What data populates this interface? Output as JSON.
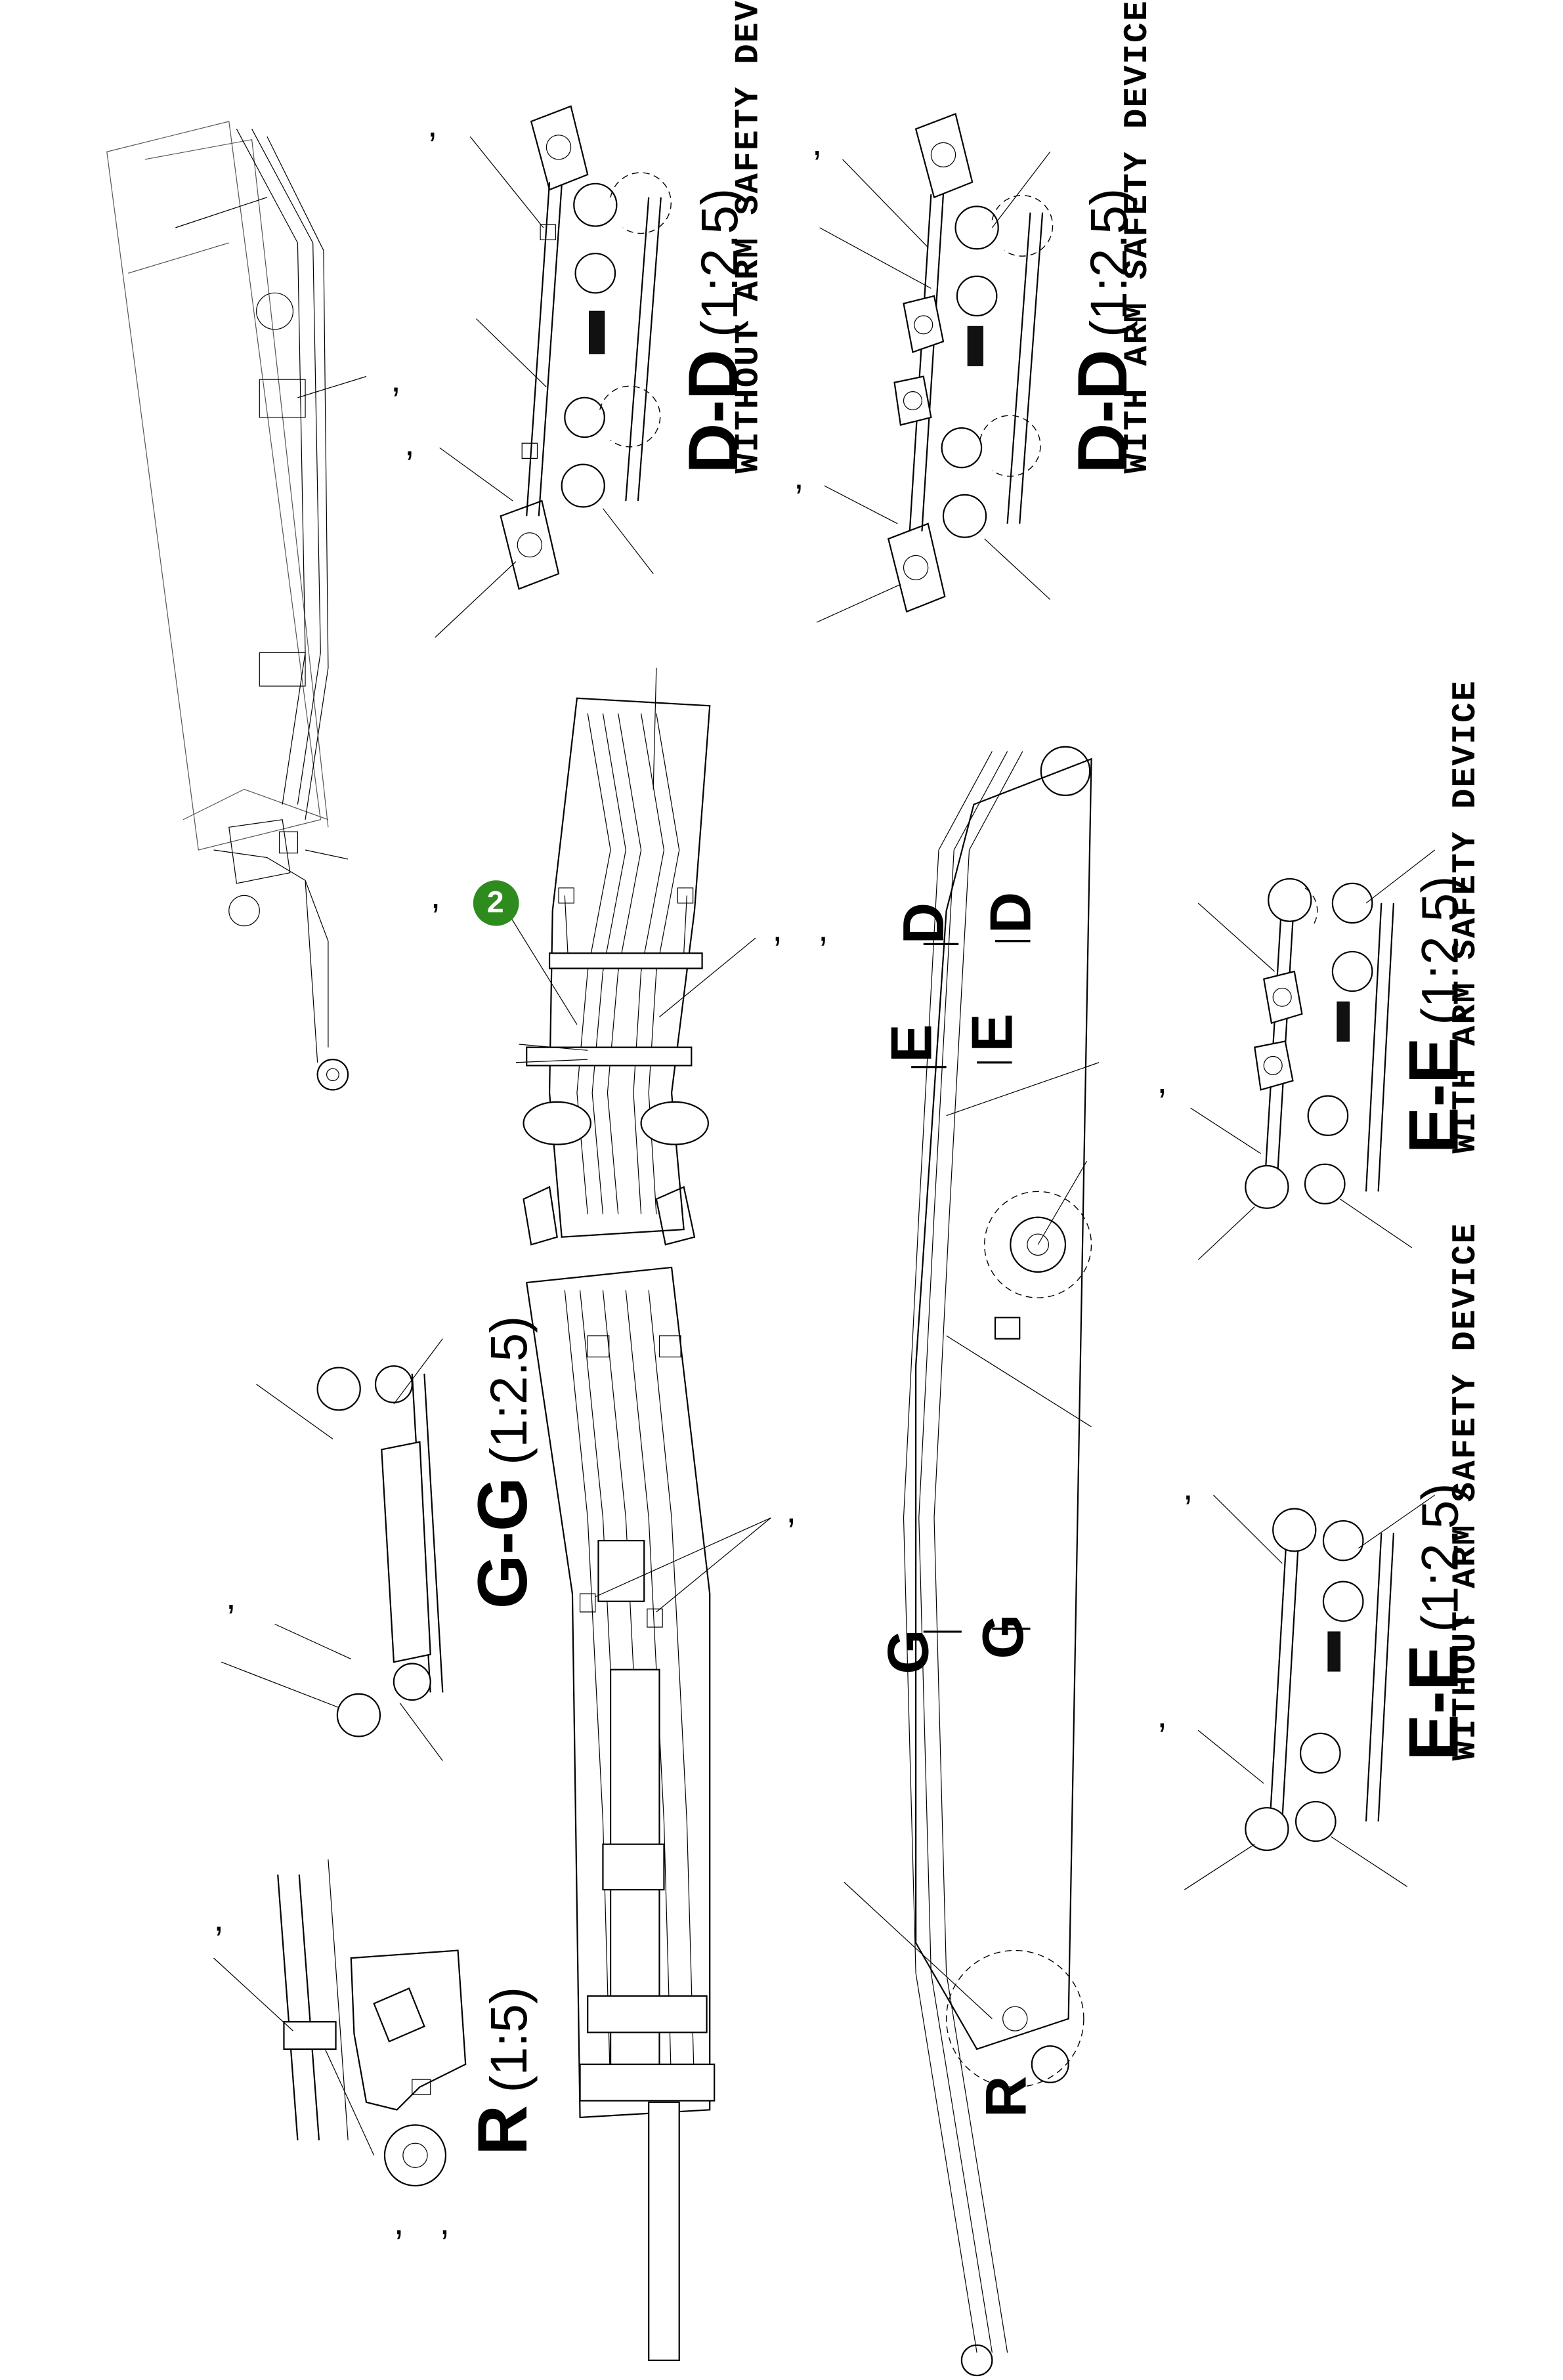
{
  "views": {
    "dd_without": {
      "title": "D-D",
      "scale": "(1:2.5)",
      "subtitle": "WITHOUT ARM SAFETY DEVICE"
    },
    "dd_with": {
      "title": "D-D",
      "scale": "(1:2.5)",
      "subtitle": "WITH ARM SAFETY DEVICE"
    },
    "ee_with": {
      "title": "E-E",
      "scale": "(1:2.5)",
      "subtitle": "WITH ARM SAFETY DEVICE"
    },
    "ee_without": {
      "title": "E-E",
      "scale": "(1:2.5)",
      "subtitle": "WITHOUT ARM SAFETY DEVICE"
    },
    "gg": {
      "title": "G-G",
      "scale": "(1:2.5)"
    },
    "r": {
      "title": "R",
      "scale": "(1:5)"
    }
  },
  "section_markers": {
    "d": "D",
    "e": "E",
    "g": "G",
    "r": "R"
  },
  "callout": {
    "number": "2",
    "color": "#2e8b1e"
  },
  "tick_mark": ","
}
